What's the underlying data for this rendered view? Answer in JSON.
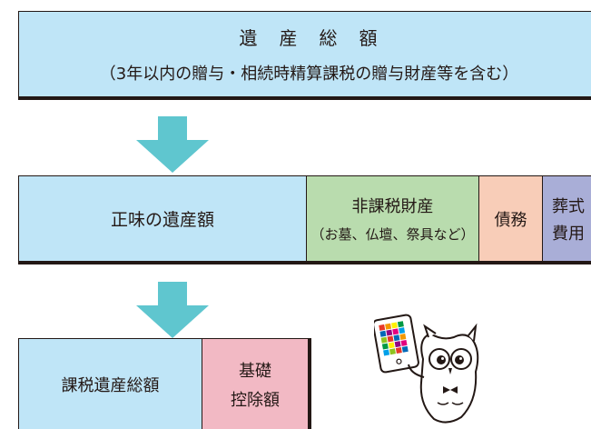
{
  "top_box": {
    "title": "遺　産　総　額",
    "subtitle": "（3年以内の贈与・相続時精算課税の贈与財産等を含む）"
  },
  "middle_row": {
    "net_estate": "正味の遺産額",
    "non_taxable": {
      "line1": "非課税財産",
      "line2": "（お墓、仏壇、祭具など）"
    },
    "debts": "債務",
    "funeral": {
      "line1": "葬式",
      "line2": "費用"
    }
  },
  "bottom_row": {
    "taxable_total": "課税遺産総額",
    "basic_deduction": {
      "line1": "基礎",
      "line2": "控除額"
    }
  },
  "colors": {
    "light_blue": "#bfe5f7",
    "green": "#b9dcae",
    "peach": "#f8cdb8",
    "purple": "#a9aed7",
    "pink": "#f2b9c4",
    "arrow": "#5fc6cf"
  },
  "icons": {
    "arrow": "down-arrow-icon",
    "mascot": "owl-mascot-with-tablet"
  }
}
